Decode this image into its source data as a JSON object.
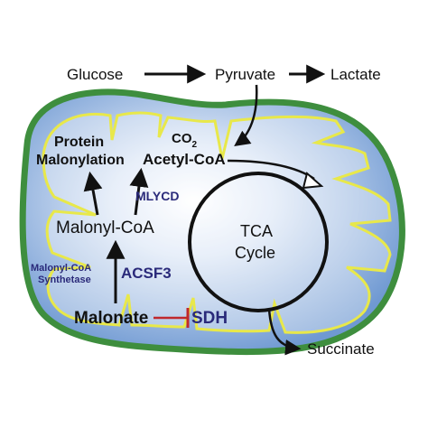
{
  "pathway": {
    "glucose": "Glucose",
    "pyruvate": "Pyruvate",
    "lactate": "Lactate"
  },
  "nodes": {
    "co2_base": "CO",
    "co2_sub": "2",
    "acetyl_coa": "Acetyl-CoA",
    "protein_malonylation_line1": "Protein",
    "protein_malonylation_line2": "Malonylation",
    "malonyl_coa": "Malonyl-CoA",
    "malonate": "Malonate",
    "tca_line1": "TCA",
    "tca_line2": "Cycle",
    "succinate": "Succinate"
  },
  "enzymes": {
    "mlycd": "MLYCD",
    "acsf3": "ACSF3",
    "synthetase_line1": "Malonyl-CoA",
    "synthetase_line2": "Synthetase",
    "sdh": "SDH"
  },
  "colors": {
    "outer_membrane": "#3e8e3e",
    "matrix": "#8fb3e0",
    "cristae_outline": "#e8e84a",
    "enzyme_text": "#2a2a7a",
    "inhibition": "#c0282d"
  }
}
